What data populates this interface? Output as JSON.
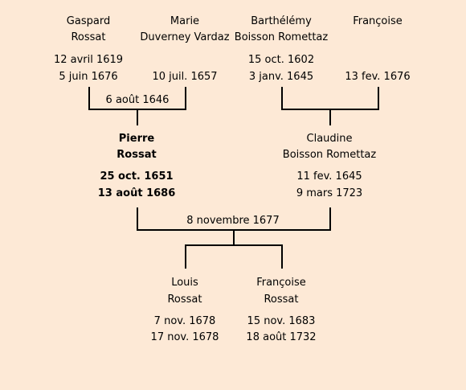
{
  "colors": {
    "background": "#fde9d6",
    "text": "#000000",
    "lines": "#000000"
  },
  "grandparents": [
    {
      "first": "Gaspard",
      "last": "Rossat",
      "birth": "12 avril 1619",
      "death": "5 juin 1676"
    },
    {
      "first": "Marie",
      "last": "Duverney Vardaz",
      "birth": "",
      "death": "10 juil. 1657"
    },
    {
      "first": "Barthélémy",
      "last": "Boisson Romettaz",
      "birth": "15 oct. 1602",
      "death": "3 janv. 1645"
    },
    {
      "first": "Françoise",
      "last": "",
      "birth": "",
      "death": "13 fev. 1676"
    }
  ],
  "marriages": {
    "paternal": "6 août 1646",
    "parents": "8 novembre 1677"
  },
  "parents": [
    {
      "first": "Pierre",
      "last": "Rossat",
      "birth": "25 oct. 1651",
      "death": "13 août 1686"
    },
    {
      "first": "Claudine",
      "last": "Boisson Romettaz",
      "birth": "11 fev. 1645",
      "death": "9 mars 1723"
    }
  ],
  "children": [
    {
      "first": "Louis",
      "last": "Rossat",
      "birth": "7 nov. 1678",
      "death": "17 nov. 1678"
    },
    {
      "first": "Françoise",
      "last": "Rossat",
      "birth": "15 nov. 1683",
      "death": "18 août 1732"
    }
  ]
}
